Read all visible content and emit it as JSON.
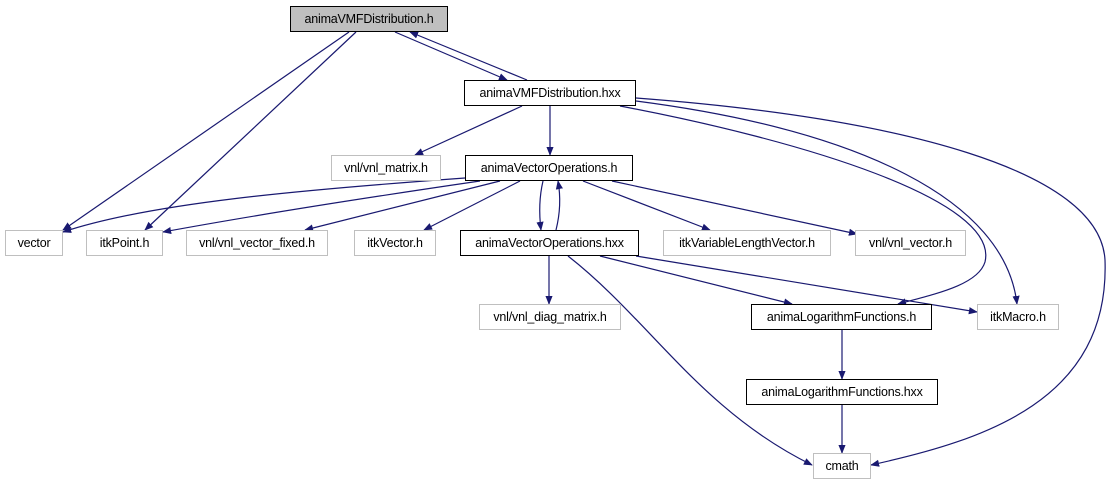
{
  "graph": {
    "edge_color": "#191970",
    "nodes": {
      "vmf_h": "animaVMFDistribution.h",
      "vmf_hxx": "animaVMFDistribution.hxx",
      "vnl_matrix": "vnl/vnl_matrix.h",
      "vecops_h": "animaVectorOperations.h",
      "vector": "vector",
      "itkpoint": "itkPoint.h",
      "vnl_vector_fixed": "vnl/vnl_vector_fixed.h",
      "itkvector": "itkVector.h",
      "vecops_hxx": "animaVectorOperations.hxx",
      "itkvlv": "itkVariableLengthVector.h",
      "vnl_vector": "vnl/vnl_vector.h",
      "vnl_diag": "vnl/vnl_diag_matrix.h",
      "log_h": "animaLogarithmFunctions.h",
      "itkmacro": "itkMacro.h",
      "log_hxx": "animaLogarithmFunctions.hxx",
      "cmath": "cmath"
    },
    "edges": [
      [
        "vmf_h",
        "vector"
      ],
      [
        "vmf_h",
        "itkpoint"
      ],
      [
        "vmf_h",
        "vmf_hxx"
      ],
      [
        "vmf_hxx",
        "vmf_h"
      ],
      [
        "vmf_hxx",
        "vnl_matrix"
      ],
      [
        "vmf_hxx",
        "vecops_h"
      ],
      [
        "vmf_hxx",
        "log_h"
      ],
      [
        "vmf_hxx",
        "itkmacro"
      ],
      [
        "vmf_hxx",
        "cmath"
      ],
      [
        "vecops_h",
        "vector"
      ],
      [
        "vecops_h",
        "itkpoint"
      ],
      [
        "vecops_h",
        "vnl_vector_fixed"
      ],
      [
        "vecops_h",
        "itkvector"
      ],
      [
        "vecops_h",
        "vecops_hxx"
      ],
      [
        "vecops_hxx",
        "vecops_h"
      ],
      [
        "vecops_h",
        "itkvlv"
      ],
      [
        "vecops_h",
        "vnl_vector"
      ],
      [
        "vecops_hxx",
        "vnl_diag"
      ],
      [
        "vecops_hxx",
        "log_h"
      ],
      [
        "vecops_hxx",
        "itkmacro"
      ],
      [
        "vecops_hxx",
        "cmath"
      ],
      [
        "log_h",
        "log_hxx"
      ],
      [
        "log_hxx",
        "cmath"
      ]
    ]
  }
}
